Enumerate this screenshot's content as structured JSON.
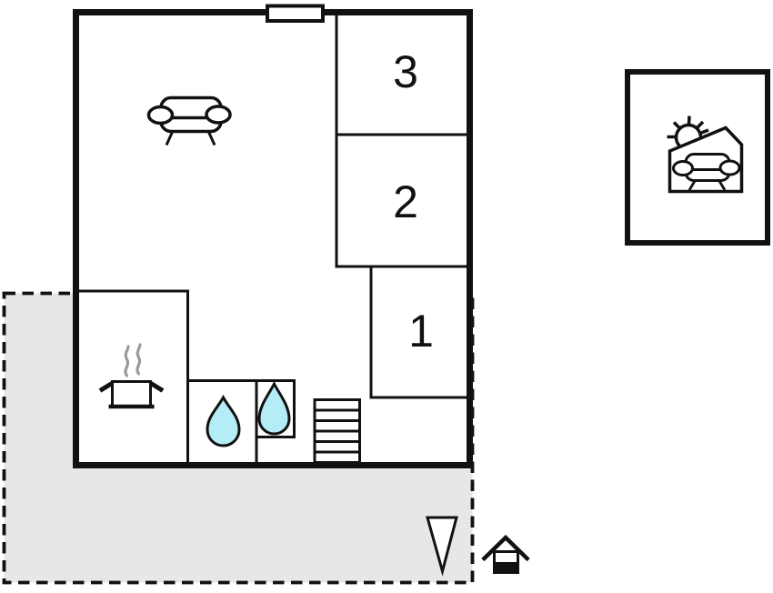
{
  "page": {
    "type": "floor-plan",
    "background": "#ffffff"
  },
  "colors": {
    "wall": "#111111",
    "water": "#b5edf6",
    "terrace_fill": "#e7e7e7",
    "steam": "#9a9a9a"
  },
  "floorplan": {
    "rooms": [
      {
        "label": "3"
      },
      {
        "label": "2"
      },
      {
        "label": "1"
      }
    ],
    "stairs_treads": 6
  },
  "icons": {
    "sofa": "sofa-icon",
    "cooking_pot": "cooking-pot-icon",
    "sink_drop": "water-drop-icon",
    "shower_drop": "water-drop-icon",
    "stairs": "stairs-icon",
    "window": "window-icon",
    "entrance_arrow": "entrance-arrow-icon",
    "entrance_house": "house-entrance-icon",
    "annex": "covered-terrace-icon"
  }
}
